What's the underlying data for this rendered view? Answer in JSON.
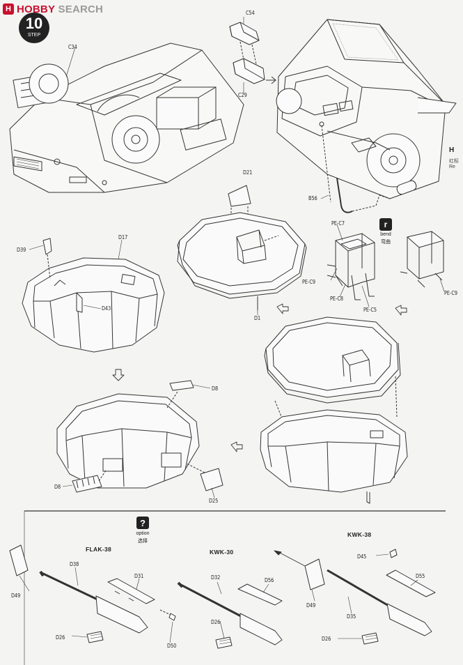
{
  "header": {
    "logo_mark": "H",
    "logo_text_brand": "HOBBY",
    "logo_text_rest": " SEARCH"
  },
  "step": {
    "number": "10",
    "label": "STEP"
  },
  "labels": {
    "c54": "C54",
    "c34": "C34",
    "c29": "C29",
    "d21": "D21",
    "b56": "B56",
    "d39": "D39",
    "d17": "D17",
    "d43": "D43",
    "d1": "D1",
    "pe_c7": "PE-C7",
    "pe_c9_a": "PE-C9",
    "pe_c8": "PE-C8",
    "pe_c5": "PE-C5",
    "pe_c9_b": "PE-C9",
    "d8_top": "D8",
    "d8_left": "D8",
    "d25": "D25",
    "d38": "D38",
    "d31": "D31",
    "d49_left": "D49",
    "d26_left": "D26",
    "d50": "D50",
    "d32": "D32",
    "d56": "D56",
    "d26_mid": "D26",
    "d45": "D45",
    "d55": "D55",
    "d49_right": "D49",
    "d35": "D35",
    "d26_right": "D26"
  },
  "bend": {
    "icon": "r",
    "label": "bend",
    "label_cn": "弯曲"
  },
  "option": {
    "icon": "?",
    "label": "option",
    "label_cn": "选择"
  },
  "edge_note": {
    "symbol": "H",
    "cn": "红标",
    "re": "Re"
  },
  "sections": {
    "flak": "FLAK-38",
    "kwk30": "KWK-30",
    "kwk38": "KWK-38"
  }
}
